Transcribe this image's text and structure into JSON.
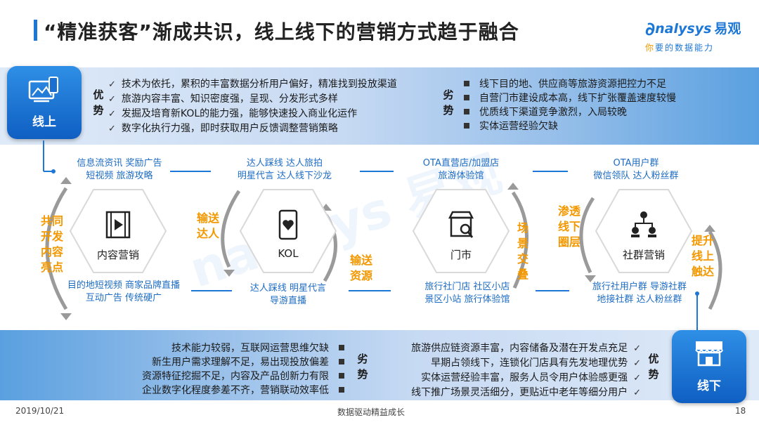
{
  "header": {
    "title": "“精准获客”渐成共识，线上线下的营销方式趋于融合",
    "logo_en": "nalysys",
    "logo_cn": "易观",
    "slogan_hl": "你",
    "slogan_rest": "要的数据能力"
  },
  "watermark": "nalysys 易观",
  "online": {
    "badge_label": "线上",
    "strengths_label": "优势",
    "strengths": [
      "技术为依托，累积的丰富数据分析用户偏好，精准找到投放渠道",
      "旅游内容丰富、知识密度强，呈现、分发形式多样",
      "发掘及培育新KOL的能力强，能够快速投入商业化运作",
      "数字化执行力强，即时获取用户反馈调整营销策略"
    ],
    "weakness_label": "劣势",
    "weaknesses": [
      "线下目的地、供应商等旅游资源把控力不足",
      "自营门市建设成本高，线下扩张覆盖速度较慢",
      "优质线下渠道竞争激烈，入局较晚",
      "实体运营经验欠缺"
    ]
  },
  "offline": {
    "badge_label": "线下",
    "weakness_label": "劣势",
    "weaknesses": [
      "技术能力较弱，互联网运营思维欠缺",
      "新生用户需求理解不足，易出现投放偏差",
      "资源特征挖掘不足，内容及产品创新力有限",
      "企业数字化程度参差不齐，营销联动效率低"
    ],
    "strengths_label": "优势",
    "strengths": [
      "旅游供应链资源丰富，内容储备及潜在开发点充足",
      "早期占领线下，连锁化门店具有先发地理优势",
      "实体运营经验丰富，服务人员令用户体验感更强",
      "线下推广场景灵活细分，更贴近中老年等细分用户"
    ]
  },
  "flow": {
    "hexes": [
      {
        "label": "内容营销",
        "icon": "film-play-icon"
      },
      {
        "label": "KOL",
        "icon": "phone-heart-icon"
      },
      {
        "label": "门市",
        "icon": "storefront-search-icon"
      },
      {
        "label": "社群营销",
        "icon": "network-users-icon"
      }
    ],
    "tags_top": [
      [
        "信息流资讯  奖励广告",
        "短视频  旅游攻略"
      ],
      [
        "达人踩线  达人旅拍",
        "明星代言  达人线下沙龙"
      ],
      [
        "OTA直营店/加盟店",
        "旅游体验馆"
      ],
      [
        "OTA用户群",
        "微信领队  达人粉丝群"
      ]
    ],
    "tags_bottom": [
      [
        "目的地短视频  商家品牌直播",
        "互动广告  传统硬广"
      ],
      [
        "达人踩线  明星代言",
        "导游直播"
      ],
      [
        "旅行社门店  社区小店",
        "景区小站  旅行体验馆"
      ],
      [
        "旅行社用户群  导游社群",
        "地接社群  达人粉丝群"
      ]
    ],
    "side_labels": {
      "left": [
        "共同",
        "开发",
        "内容",
        "亮点"
      ],
      "right": [
        "提升",
        "线上",
        "触达"
      ],
      "between1": [
        "输送",
        "达人"
      ],
      "between2": [
        "输送",
        "资源"
      ],
      "between3": [
        "场",
        "景",
        "交",
        "叠"
      ],
      "between4": [
        "渗透",
        "线下",
        "圈层"
      ]
    }
  },
  "footer": {
    "date": "2019/10/21",
    "center": "数据驱动精益成长",
    "page": "18"
  }
}
